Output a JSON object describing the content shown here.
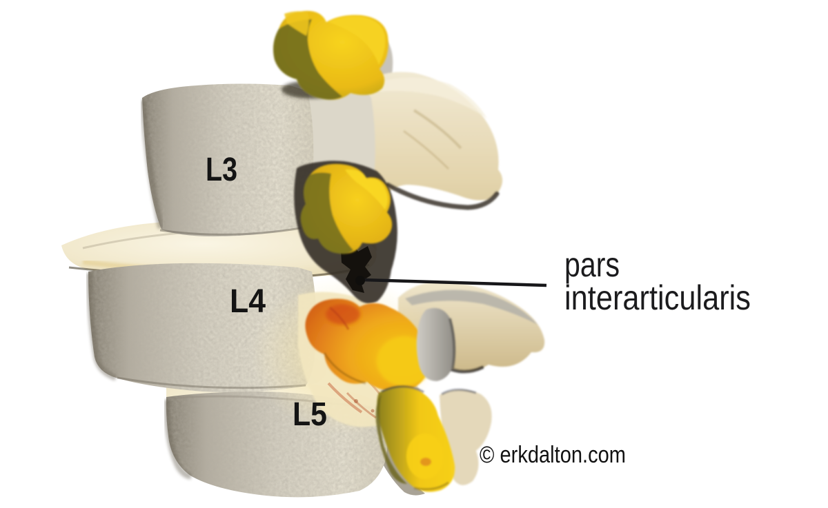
{
  "figure": {
    "type": "anatomical-illustration",
    "subject": "Lumbar spine lateral view (L3-L5) with spondylolysis annotation",
    "vertebra_labels": [
      {
        "id": "L3",
        "text": "L3"
      },
      {
        "id": "L4",
        "text": "L4"
      },
      {
        "id": "L5",
        "text": "L5"
      }
    ],
    "annotation": {
      "line1": "pars",
      "line2": "interarticularis"
    },
    "watermark": "© erkdalton.com",
    "colors": {
      "background": "#ffffff",
      "bone_gray": "#c6c0b2",
      "bone_gray_dark": "#7d776b",
      "bone_tan": "#e6d9b4",
      "disc_cream": "#f3ecd4",
      "ligament_yellow": "#f2c716",
      "ligament_olive": "#6f6b1e",
      "nerve_orange": "#e8941c",
      "inflammation_red": "#d14a12",
      "annotation_black": "#17171a"
    }
  }
}
